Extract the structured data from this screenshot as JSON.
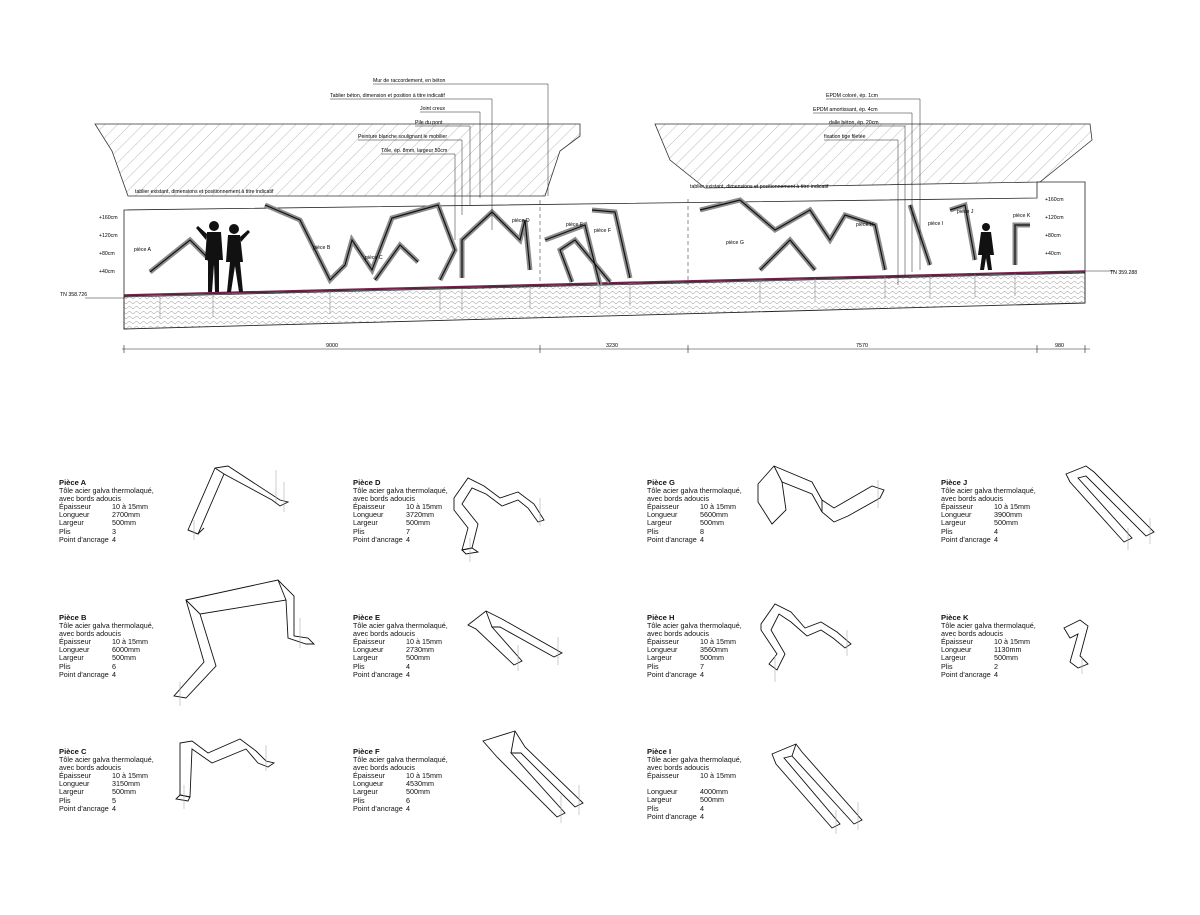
{
  "elevation": {
    "annotations_left": [
      "Mur de raccordement, en béton",
      "Tablier béton, dimension et position à titre indicatif",
      "Joint creux",
      "Pile du pont",
      "Peinture blanche soulignant le mobilier",
      "Tôle, ép. 8mm, largeur 50cm"
    ],
    "annotations_right": [
      "EPDM coloré, ép. 1cm",
      "EPDM amortissant, ép. 4cm",
      "dalle béton, ép. 20cm",
      "fixation tige filetée"
    ],
    "deck_labels": [
      "tablier existant, dimensions et positionnement à titre indicatif",
      "tablier existant, dimensions et positionnement à titre indicatif"
    ],
    "height_marks": [
      "+160cm",
      "+120cm",
      "+80cm",
      "+40cm"
    ],
    "level_left": "TN 358.726",
    "level_right": "TN 359.288",
    "piece_labels": [
      "pièce A",
      "pièce B",
      "pièce C",
      "pièce D",
      "pièce E",
      "pièce F",
      "pièce G",
      "pièce H",
      "pièce I",
      "pièce J",
      "pièce K"
    ],
    "dimensions": [
      "9000",
      "3230",
      "7570",
      "980"
    ]
  },
  "specs_common": {
    "material_line1": "Tôle acier galva thermolaqué,",
    "material_line2": "avec bords adoucis",
    "k_thickness": "Épaisseur",
    "k_length": "Longueur",
    "k_width": "Largeur",
    "k_folds": "Plis",
    "k_anchor": "Point d'ancrage"
  },
  "pieces": [
    {
      "title": "Pièce A",
      "thickness": "10 à 15mm",
      "length": "2700mm",
      "width": "500mm",
      "folds": "3",
      "anchor": "4"
    },
    {
      "title": "Pièce B",
      "thickness": "10 à 15mm",
      "length": "6000mm",
      "width": "500mm",
      "folds": "6",
      "anchor": "4"
    },
    {
      "title": "Pièce C",
      "thickness": "10 à 15mm",
      "length": "3150mm",
      "width": "500mm",
      "folds": "5",
      "anchor": "4"
    },
    {
      "title": "Pièce D",
      "thickness": "10 à 15mm",
      "length": "3720mm",
      "width": "500mm",
      "folds": "7",
      "anchor": "4"
    },
    {
      "title": "Pièce E",
      "thickness": "10 à 15mm",
      "length": "2730mm",
      "width": "500mm",
      "folds": "4",
      "anchor": "4"
    },
    {
      "title": "Pièce F",
      "thickness": "10 à 15mm",
      "length": "4530mm",
      "width": "500mm",
      "folds": "6",
      "anchor": "4"
    },
    {
      "title": "Pièce G",
      "thickness": "10 à 15mm",
      "length": "5600mm",
      "width": "500mm",
      "folds": "8",
      "anchor": "4"
    },
    {
      "title": "Pièce H",
      "thickness": "10 à 15mm",
      "length": "3560mm",
      "width": "500mm",
      "folds": "7",
      "anchor": "4"
    },
    {
      "title": "Pièce I",
      "thickness": "10 à 15mm",
      "length": "4000mm",
      "width": "500mm",
      "folds": "4",
      "anchor": "4"
    },
    {
      "title": "Pièce J",
      "thickness": "10 à 15mm",
      "length": "3900mm",
      "width": "500mm",
      "folds": "4",
      "anchor": "4"
    },
    {
      "title": "Pièce K",
      "thickness": "10 à 15mm",
      "length": "1130mm",
      "width": "500mm",
      "folds": "2",
      "anchor": "4"
    }
  ],
  "colors": {
    "ink": "#111111",
    "ground_line": "#7a1e4e",
    "hatch": "#9a9a9a",
    "panel_outline": "#8c8c8c"
  }
}
